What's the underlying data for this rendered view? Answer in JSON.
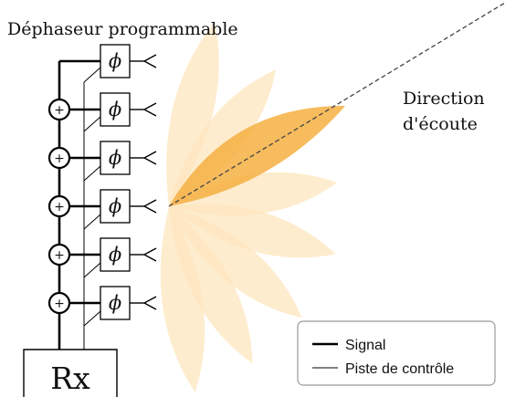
{
  "title": "Déphaseur programmable",
  "phase_symbol": "ϕ",
  "adder_symbol": "+",
  "receiver_label": "Rx",
  "direction_label_line1": "Direction",
  "direction_label_line2": "d'écoute",
  "legend": {
    "signal": "Signal",
    "control": "Piste de contrôle"
  },
  "colors": {
    "main_lobe": "#f5b041",
    "side_lobes": "#fde5bd",
    "line": "#000000",
    "legend_border": "#999999"
  },
  "elements_count": 6
}
